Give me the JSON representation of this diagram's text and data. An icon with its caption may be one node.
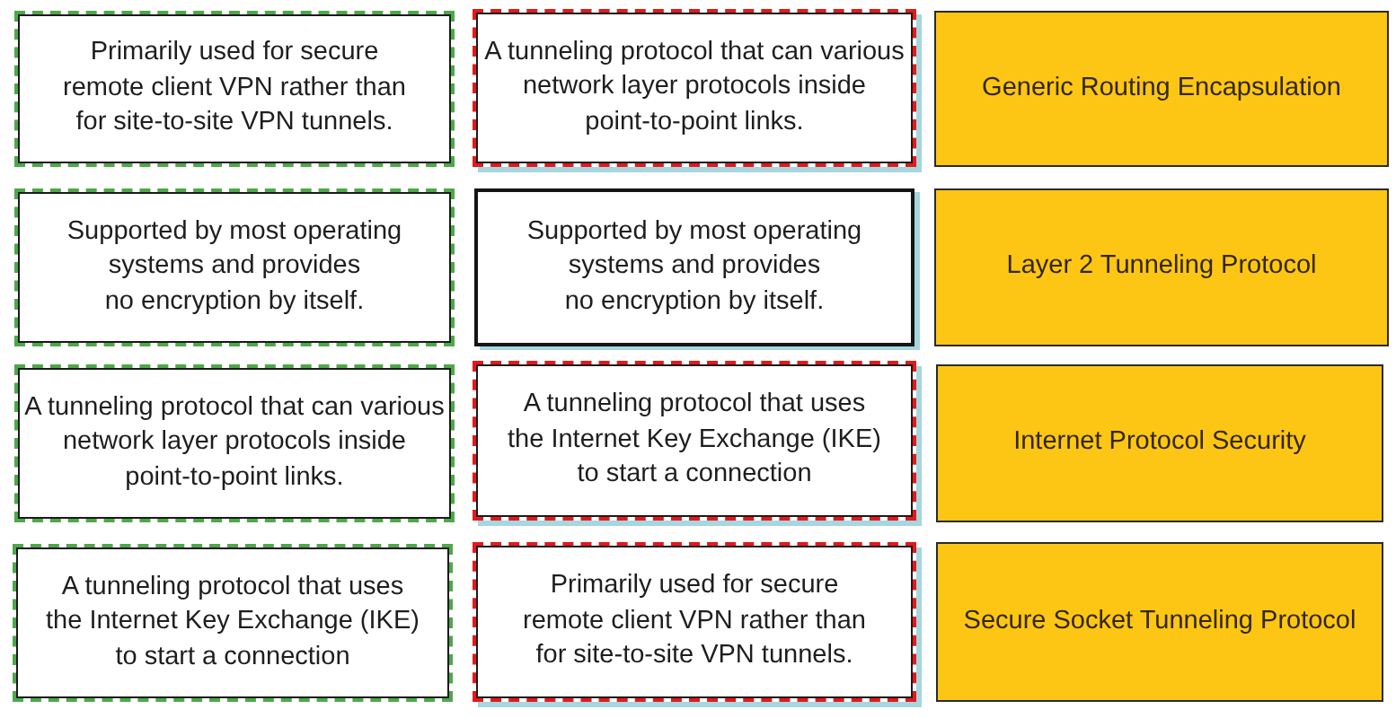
{
  "diagram": {
    "nodes": [
      {
        "text": [
          "Primarily used for secure remote client VPN rather than for site-to-site VPN tunnels."
        ]
      },
      {
        "text": [
          "A tunneling protocol that can various network layer protocols inside point-to-point links."
        ]
      },
      {
        "text": [
          "Generic Routing Encapsulation"
        ]
      },
      {
        "text": [
          "Supported by most operating systems and provides no encryption by itself."
        ]
      },
      {
        "text": [
          "Supported by most operating systems and provides no encryption by itself."
        ]
      },
      {
        "text": [
          "Layer 2 Tunneling Protocol"
        ]
      },
      {
        "text": [
          "A tunneling protocol that can various network layer protocols inside point-to-point links."
        ]
      },
      {
        "text": [
          "A tunneling protocol that uses the Internet Key Exchange (IKE) to start a connection"
        ]
      },
      {
        "text": [
          "Internet Protocol Security"
        ]
      },
      {
        "text": [
          "A tunneling protocol that uses the Internet Key Exchange (IKE) to start a connection"
        ]
      },
      {
        "text": [
          "Primarily used for secure remote client VPN rather than for site-to-site VPN tunnels."
        ]
      },
      {
        "text": [
          "Secure Socket Tunneling Protocol"
        ]
      }
    ]
  }
}
